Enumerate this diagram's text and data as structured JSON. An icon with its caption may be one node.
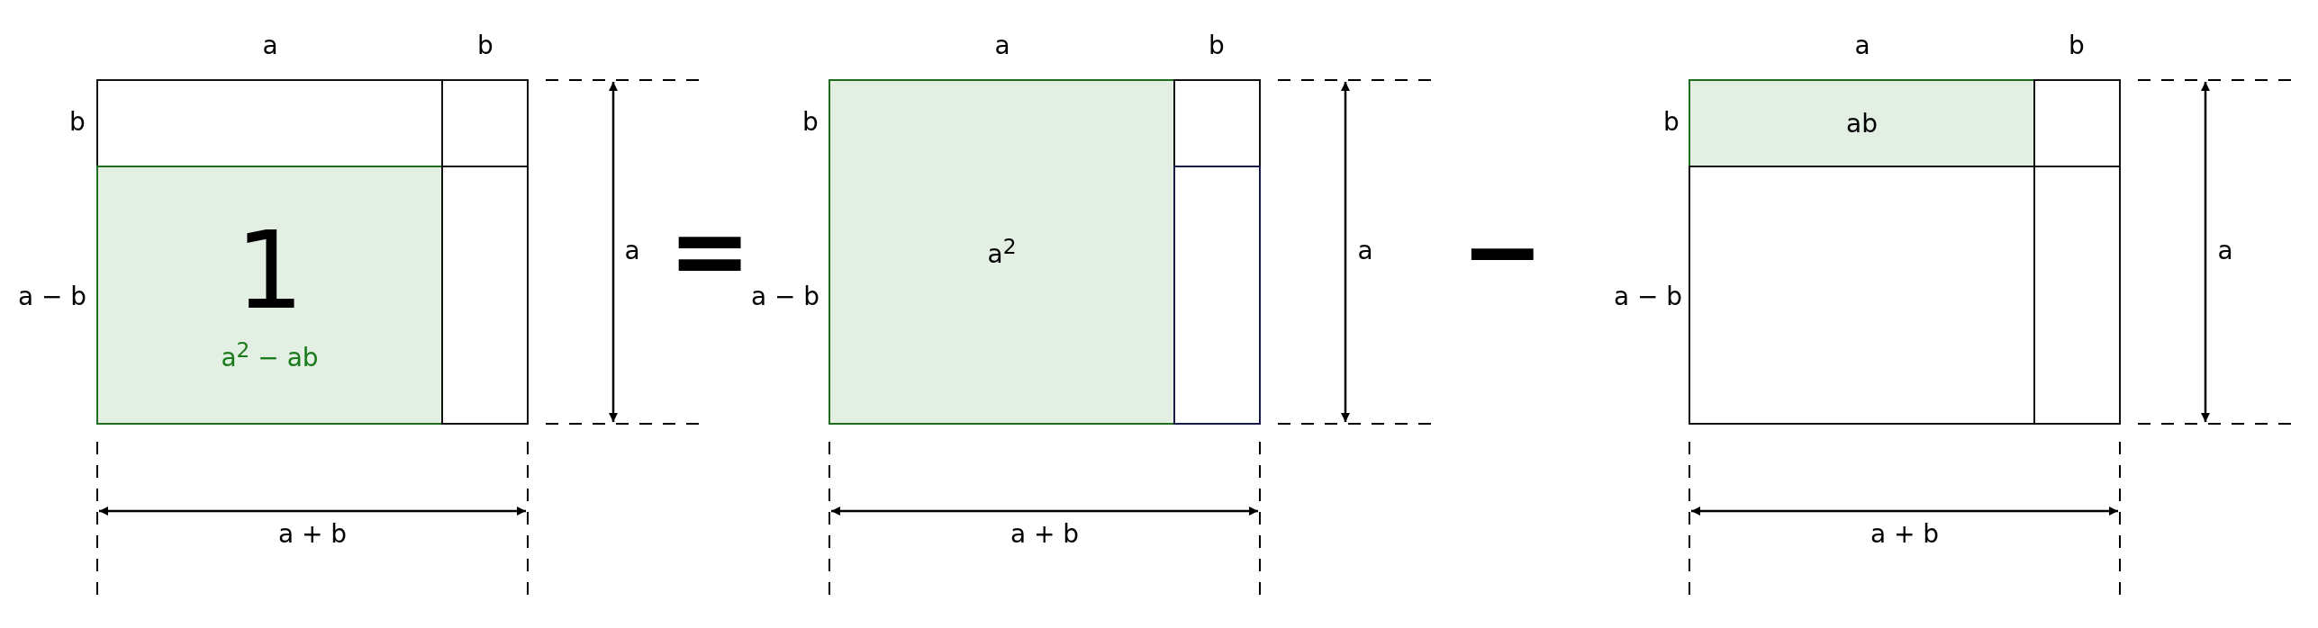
{
  "diagram": {
    "nodes": [
      {
        "text": [],
        "shape": "box"
      },
      {
        "text": [],
        "shape": "box"
      },
      {
        "text": [
          "1",
          "a$^{2}$ − ab"
        ]
      },
      {
        "text": [],
        "shape": "box"
      },
      {
        "text": [
          "a$^{2}$"
        ]
      },
      {
        "text": [],
        "shape": "box"
      },
      {
        "text": [],
        "shape": "box"
      },
      {
        "text": [
          "ab"
        ]
      },
      {
        "text": [],
        "shape": "box"
      },
      {
        "text": [],
        "shape": "box"
      },
      {
        "text": [],
        "shape": "box"
      }
    ],
    "edges": [],
    "labels": [
      "a",
      "b",
      "b",
      "a − b",
      "a",
      "a + b",
      "=",
      "a",
      "b",
      "b",
      "a − b",
      "a",
      "a + b",
      "−",
      "a",
      "b",
      "b",
      "a − b",
      "a",
      "a + b"
    ]
  }
}
